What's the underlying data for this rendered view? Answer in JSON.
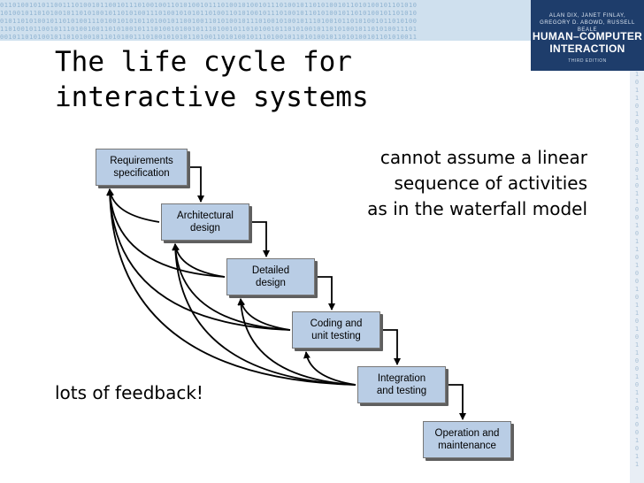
{
  "header": {
    "banner_rows": [
      "0110100101011001110100101100101110100100110101001011101001010010111010010110101001011010100101101010",
      "1010010110101001011010100101101010011101001010101101001101010010111010010110101001011010100101101010",
      "0101101010010110101001110100101010110100101100100110101001011101001010010111010010110101001011010100",
      "1101001011001011101001001101010010111010010100101110100101101010010110101001011010100101101010011101",
      "0010110101001011010100101101010011101001010101101001101010010111010010110101001011010100101101010011"
    ],
    "side_digits": [
      "1",
      "0",
      "1",
      "1",
      "0",
      "1",
      "0",
      "0",
      "1",
      "0",
      "1",
      "1",
      "0",
      "1",
      "0",
      "1",
      "1",
      "0",
      "0",
      "1",
      "0",
      "1",
      "1",
      "0",
      "1",
      "0",
      "0",
      "1",
      "0",
      "1",
      "1",
      "0",
      "1",
      "0",
      "1",
      "1",
      "0",
      "0",
      "1",
      "0",
      "1",
      "1",
      "0",
      "1",
      "0",
      "0",
      "1",
      "0",
      "1",
      "1"
    ]
  },
  "book": {
    "authors_line1": "ALAN DIX, JANET FINLAY,",
    "authors_line2": "GREGORY D. ABOWD, RUSSELL BEALE",
    "title_line1": "HUMAN–COMPUTER",
    "title_line2": "INTERACTION",
    "edition": "THIRD EDITION"
  },
  "slide": {
    "title": "The life cycle for interactive systems",
    "note_lines": [
      "cannot assume a linear",
      "sequence of activities",
      "as in the waterfall model"
    ],
    "feedback_text": "lots of feedback!"
  },
  "diagram": {
    "stages": [
      {
        "id": "requirements",
        "lines": [
          "Requirements",
          "specification"
        ]
      },
      {
        "id": "architectural",
        "lines": [
          "Architectural",
          "design"
        ]
      },
      {
        "id": "detailed",
        "lines": [
          "Detailed",
          "design"
        ]
      },
      {
        "id": "coding",
        "lines": [
          "Coding and",
          "unit testing"
        ]
      },
      {
        "id": "integration",
        "lines": [
          "Integration",
          "and testing"
        ]
      },
      {
        "id": "operation",
        "lines": [
          "Operation and",
          "maintenance"
        ]
      }
    ],
    "feedback_edges": [
      [
        "architectural",
        "requirements"
      ],
      [
        "detailed",
        "requirements"
      ],
      [
        "detailed",
        "architectural"
      ],
      [
        "coding",
        "requirements"
      ],
      [
        "coding",
        "architectural"
      ],
      [
        "coding",
        "detailed"
      ],
      [
        "integration",
        "requirements"
      ],
      [
        "integration",
        "architectural"
      ],
      [
        "integration",
        "detailed"
      ],
      [
        "integration",
        "coding"
      ]
    ],
    "colors": {
      "box_fill": "#b9cde5",
      "box_shadow": "#5f5f5f",
      "arrow": "#000000"
    }
  }
}
